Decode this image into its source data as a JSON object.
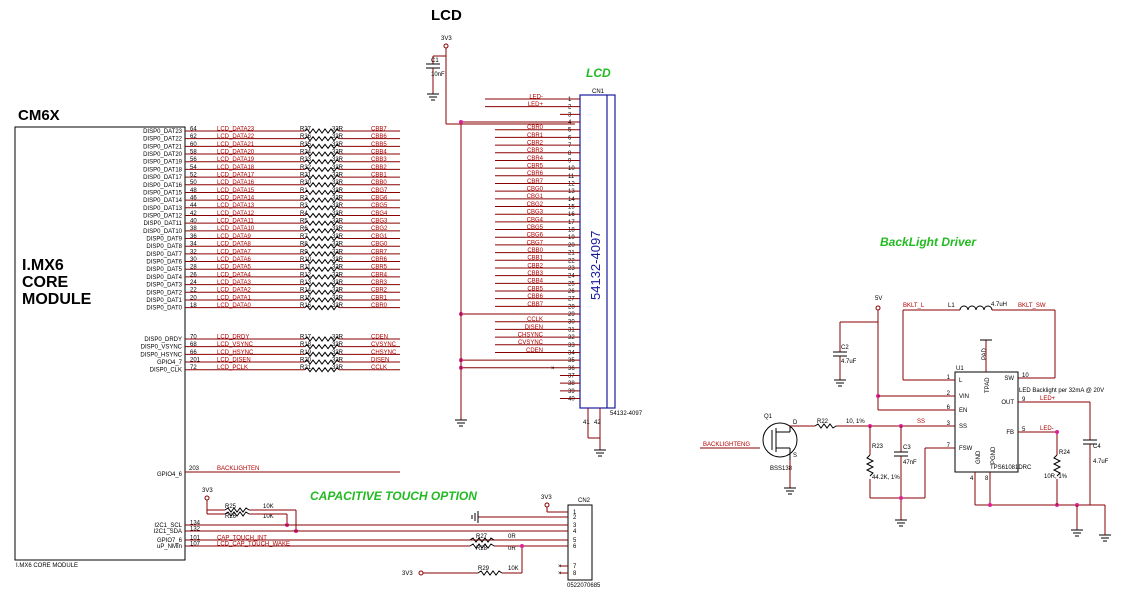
{
  "titles": {
    "lcd_top": "LCD",
    "cm6x": "CM6X",
    "core_line1": "I.MX6",
    "core_line2": "CORE",
    "core_line3": "MODULE",
    "core_footer": "I.MX6 CORE MODULE",
    "lcd_green": "LCD",
    "backlight_green": "BackLight Driver",
    "touch_green": "CAPACITIVE TOUCH OPTION"
  },
  "connector": {
    "ref": "CN1",
    "part": "54132-4097",
    "part_small": "54132-4097",
    "pins": [
      "1",
      "2",
      "3",
      "4",
      "5",
      "6",
      "7",
      "8",
      "9",
      "10",
      "11",
      "12",
      "13",
      "14",
      "15",
      "16",
      "17",
      "18",
      "19",
      "20",
      "21",
      "22",
      "23",
      "24",
      "25",
      "26",
      "27",
      "28",
      "29",
      "30",
      "31",
      "32",
      "33",
      "34",
      "35",
      "36",
      "37",
      "38",
      "39",
      "40"
    ],
    "extra_pins": [
      "41",
      "42"
    ],
    "signals": {
      "1": "LED-",
      "2": "LED+",
      "5": "CBR0",
      "6": "CBR1",
      "7": "CBR2",
      "8": "CBR3",
      "9": "CBR4",
      "10": "CBR5",
      "11": "CBR6",
      "12": "CBR7",
      "13": "CBG0",
      "14": "CBG1",
      "15": "CBG2",
      "16": "CBG3",
      "17": "CBG4",
      "18": "CBG5",
      "19": "CBG6",
      "20": "CBG7",
      "21": "CBB0",
      "22": "CBB1",
      "23": "CBB2",
      "24": "CBB3",
      "25": "CBB4",
      "26": "CBB5",
      "27": "CBB6",
      "28": "CBB7",
      "30": "CCLK",
      "31": "DISEN",
      "32": "CHSYNC",
      "33": "CVSYNC",
      "34": "CDEN"
    }
  },
  "cap_c1": {
    "ref": "C1",
    "value": "10nF",
    "rail": "3V3"
  },
  "data_nets": [
    {
      "pin": "DISP0_DAT23",
      "num": "64",
      "net": "LCD_DATA23",
      "r": "R37",
      "val": "33R",
      "out": "CBB7"
    },
    {
      "pin": "DISP0_DAT22",
      "num": "62",
      "net": "LCD_DATA22",
      "r": "R36",
      "val": "33R",
      "out": "CBB6"
    },
    {
      "pin": "DISP0_DAT21",
      "num": "60",
      "net": "LCD_DATA21",
      "r": "R35",
      "val": "33R",
      "out": "CBB5"
    },
    {
      "pin": "DISP0_DAT20",
      "num": "58",
      "net": "LCD_DATA20",
      "r": "R34",
      "val": "33R",
      "out": "CBB4"
    },
    {
      "pin": "DISP0_DAT19",
      "num": "56",
      "net": "LCD_DATA19",
      "r": "R33",
      "val": "33R",
      "out": "CBB3"
    },
    {
      "pin": "DISP0_DAT18",
      "num": "54",
      "net": "LCD_DATA18",
      "r": "R32",
      "val": "33R",
      "out": "CBB2"
    },
    {
      "pin": "DISP0_DAT17",
      "num": "52",
      "net": "LCD_DATA17",
      "r": "R31",
      "val": "33R",
      "out": "CBB1"
    },
    {
      "pin": "DISP0_DAT16",
      "num": "50",
      "net": "LCD_DATA16",
      "r": "R30",
      "val": "33R",
      "out": "CBB0"
    },
    {
      "pin": "DISP0_DAT15",
      "num": "48",
      "net": "LCD_DATA15",
      "r": "R1",
      "val": "33R",
      "out": "CBG7"
    },
    {
      "pin": "DISP0_DAT14",
      "num": "46",
      "net": "LCD_DATA14",
      "r": "R2",
      "val": "33R",
      "out": "CBG6"
    },
    {
      "pin": "DISP0_DAT13",
      "num": "44",
      "net": "LCD_DATA13",
      "r": "R3",
      "val": "33R",
      "out": "CBG5"
    },
    {
      "pin": "DISP0_DAT12",
      "num": "42",
      "net": "LCD_DATA12",
      "r": "R4",
      "val": "33R",
      "out": "CBG4"
    },
    {
      "pin": "DISP0_DAT11",
      "num": "40",
      "net": "LCD_DATA11",
      "r": "R5",
      "val": "33R",
      "out": "CBG3"
    },
    {
      "pin": "DISP0_DAT10",
      "num": "38",
      "net": "LCD_DATA10",
      "r": "R6",
      "val": "33R",
      "out": "CBG2"
    },
    {
      "pin": "DISP0_DAT9",
      "num": "36",
      "net": "LCD_DATA9",
      "r": "R7",
      "val": "33R",
      "out": "CBG1"
    },
    {
      "pin": "DISP0_DAT8",
      "num": "34",
      "net": "LCD_DATA8",
      "r": "R8",
      "val": "33R",
      "out": "CBG0"
    },
    {
      "pin": "DISP0_DAT7",
      "num": "32",
      "net": "LCD_DATA7",
      "r": "R9",
      "val": "33R",
      "out": "CBR7"
    },
    {
      "pin": "DISP0_DAT6",
      "num": "30",
      "net": "LCD_DATA6",
      "r": "R10",
      "val": "33R",
      "out": "CBR6"
    },
    {
      "pin": "DISP0_DAT5",
      "num": "28",
      "net": "LCD_DATA5",
      "r": "R11",
      "val": "33R",
      "out": "CBR5"
    },
    {
      "pin": "DISP0_DAT4",
      "num": "26",
      "net": "LCD_DATA4",
      "r": "R12",
      "val": "33R",
      "out": "CBR4"
    },
    {
      "pin": "DISP0_DAT3",
      "num": "24",
      "net": "LCD_DATA3",
      "r": "R13",
      "val": "33R",
      "out": "CBR3"
    },
    {
      "pin": "DISP0_DAT2",
      "num": "22",
      "net": "LCD_DATA2",
      "r": "R14",
      "val": "33R",
      "out": "CBR2"
    },
    {
      "pin": "DISP0_DAT1",
      "num": "20",
      "net": "LCD_DATA1",
      "r": "R15",
      "val": "33R",
      "out": "CBR1"
    },
    {
      "pin": "DISP0_DAT0",
      "num": "18",
      "net": "LCD_DATA0",
      "r": "R16",
      "val": "33R",
      "out": "CBR0"
    }
  ],
  "ctrl_nets": [
    {
      "pin": "DISP0_DRDY",
      "num": "70",
      "net": "LCD_DRDY",
      "r": "R17",
      "val": "33R",
      "out": "CDEN"
    },
    {
      "pin": "DISP0_VSYNC",
      "num": "68",
      "net": "LCD_VSYNC",
      "r": "R18",
      "val": "33R",
      "out": "CVSYNC"
    },
    {
      "pin": "DISP0_HSYNC",
      "num": "66",
      "net": "LCD_HSYNC",
      "r": "R19",
      "val": "33R",
      "out": "CHSYNC"
    },
    {
      "pin": "GPIO4_7",
      "num": "201",
      "net": "LCD_DISEN",
      "r": "R20",
      "val": "33R",
      "out": "DISEN"
    },
    {
      "pin": "DISP0_CLK",
      "num": "72",
      "net": "LCD_PCLK",
      "r": "R21",
      "val": "33R",
      "out": "CCLK"
    }
  ],
  "backlight_en": {
    "pin": "GPIO4_6",
    "num": "203",
    "net": "BACKLIGHTEN",
    "label": "BACKLIGHTENG"
  },
  "touch": {
    "rail": "3V3",
    "pins": [
      {
        "pin": "I2C1_SCL",
        "num": "134"
      },
      {
        "pin": "I2C1_SDA",
        "num": "132"
      },
      {
        "pin": "GPIO7_6",
        "num": "101",
        "net": "CAP_TOUCH_INT"
      },
      {
        "pin": "uP_NMIn",
        "num": "107",
        "net": "LCD_CAP_TOUCH_WAKE"
      }
    ],
    "r25": "R25",
    "r26": "R26",
    "r25_val": "10K",
    "r26_val": "10K",
    "r27": "R27",
    "r28": "R28",
    "r27_val": "0R",
    "r28_val": "0R",
    "r29": "R29",
    "r29_val": "10K",
    "r29_rail": "3V3",
    "cn2_ref": "CN2",
    "cn2_rail": "3V3",
    "cn2_part": "0522070685",
    "cn2_pins": [
      "1",
      "2",
      "3",
      "4",
      "5",
      "6",
      "7",
      "8"
    ]
  },
  "backlight": {
    "rail": "5V",
    "c2": "C2",
    "c2_val": "4.7uF",
    "l1": "L1",
    "l1_val": "4.7uH",
    "bklt_l": "BKLT_L",
    "bklt_sw": "BKLT_SW",
    "u1": "U1",
    "u1_part": "TPS61081DRC",
    "u1_pins_left": [
      {
        "num": "1",
        "name": "L"
      },
      {
        "num": "2",
        "name": "VIN"
      },
      {
        "num": "6",
        "name": "EN"
      },
      {
        "num": "3",
        "name": "SS"
      },
      {
        "num": "7",
        "name": "FSW"
      }
    ],
    "u1_pins_right": [
      {
        "num": "10",
        "name": "SW"
      },
      {
        "num": "9",
        "name": "OUT"
      },
      {
        "num": "5",
        "name": "FB"
      }
    ],
    "u1_pad": "PAD",
    "u1_tpad": "TPAD",
    "u1_gnd": "GND",
    "u1_pgnd": "PGND",
    "u1_bottom_pins": [
      "4",
      "8"
    ],
    "note": "LED Backlight per 32mA @ 20V",
    "led_plus": "LED+",
    "led_minus": "LED-",
    "q1": "Q1",
    "q1_part": "BSS138",
    "q1_d": "D",
    "q1_s": "S",
    "r22": "R22",
    "r22_val": "10, 1%",
    "ss": "SS",
    "r23": "R23",
    "r23_val": "44.2K, 1%",
    "c3": "C3",
    "c3_val": "47nF",
    "r24": "R24",
    "r24_val": "10R, 1%",
    "c4": "C4",
    "c4_val": "4.7uF"
  },
  "colors": {
    "wire": "#8a0000",
    "component": "#000000",
    "connector": "#1a1aa0",
    "junction": "#dd2299",
    "title_green": "#22bb22"
  }
}
